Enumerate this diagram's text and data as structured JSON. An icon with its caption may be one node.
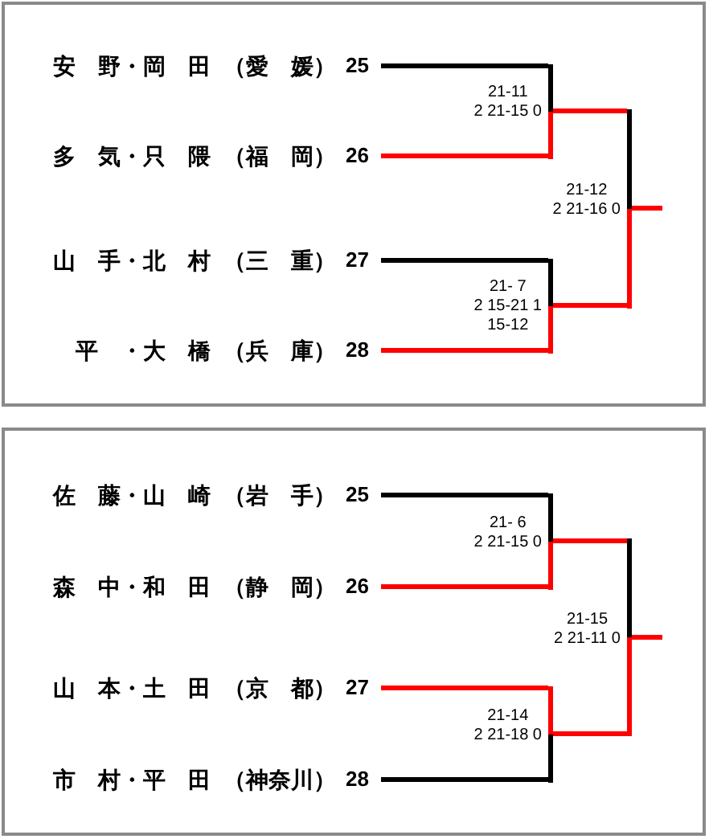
{
  "diagram": {
    "nodes": [
      {
        "text": [],
        "shape": "box"
      },
      {
        "text": [
          "安　野・岡　田",
          "（愛　媛）",
          "25"
        ],
        "in": 0
      },
      {
        "text": [
          "多　気・只　隈",
          "（福　岡）",
          "26"
        ],
        "in": 0
      },
      {
        "text": [
          "山　手・北　村",
          "（三　重）",
          "27"
        ],
        "in": 0
      },
      {
        "text": [
          "平　・大　橋",
          "（兵　庫）",
          "28"
        ],
        "in": 0
      },
      {
        "text": [],
        "shape": "bar",
        "in": 0,
        "beside": [
          "21-11",
          "2 21-15 0"
        ]
      },
      {
        "text": [],
        "shape": "bar",
        "in": 0,
        "beside": [
          "21- 7",
          "2 15-21 1",
          "15-12"
        ]
      },
      {
        "text": [],
        "shape": "bar",
        "in": 0,
        "beside": [
          "21-12",
          "2 21-16 0"
        ]
      },
      {
        "text": [],
        "shape": "box"
      },
      {
        "text": [
          "佐　藤・山　崎",
          "（岩　手）",
          "25"
        ],
        "in": 8
      },
      {
        "text": [
          "森　中・和　田",
          "（静　岡）",
          "26"
        ],
        "in": 8
      },
      {
        "text": [
          "山　本・土　田",
          "（京　都）",
          "27"
        ],
        "in": 8
      },
      {
        "text": [
          "市　村・平　田",
          "（神奈川）",
          "28"
        ],
        "in": 8
      },
      {
        "text": [],
        "shape": "bar",
        "in": 8,
        "beside": [
          "21- 6",
          "2 21-15 0"
        ]
      },
      {
        "text": [],
        "shape": "bar",
        "in": 8,
        "beside": [
          "21-14",
          "2 21-18 0"
        ]
      },
      {
        "text": [],
        "shape": "bar",
        "in": 8,
        "beside": [
          "21-15",
          "2 21-11 0"
        ]
      }
    ],
    "edges": [
      {
        "from": 1,
        "to": 5,
        "arrow": "none",
        "color": "#000000"
      },
      {
        "from": 2,
        "to": 5,
        "arrow": "none"
      },
      {
        "from": 3,
        "to": 6,
        "arrow": "none",
        "color": "#000000"
      },
      {
        "from": 4,
        "to": 6,
        "arrow": "none"
      },
      {
        "from": 5,
        "to": 7,
        "arrow": "none"
      },
      {
        "from": 6,
        "to": 7,
        "arrow": "none"
      },
      {
        "from": 7,
        "to": null,
        "arrow": "none"
      },
      {
        "from": 9,
        "to": 13,
        "arrow": "none",
        "color": "#000000"
      },
      {
        "from": 10,
        "to": 13,
        "arrow": "none"
      },
      {
        "from": 11,
        "to": 14,
        "arrow": "none"
      },
      {
        "from": 12,
        "to": 14,
        "arrow": "none",
        "color": "#000000"
      },
      {
        "from": 13,
        "to": 15,
        "arrow": "none"
      },
      {
        "from": 14,
        "to": 15,
        "arrow": "none"
      },
      {
        "from": 15,
        "to": null,
        "arrow": "none"
      }
    ]
  }
}
